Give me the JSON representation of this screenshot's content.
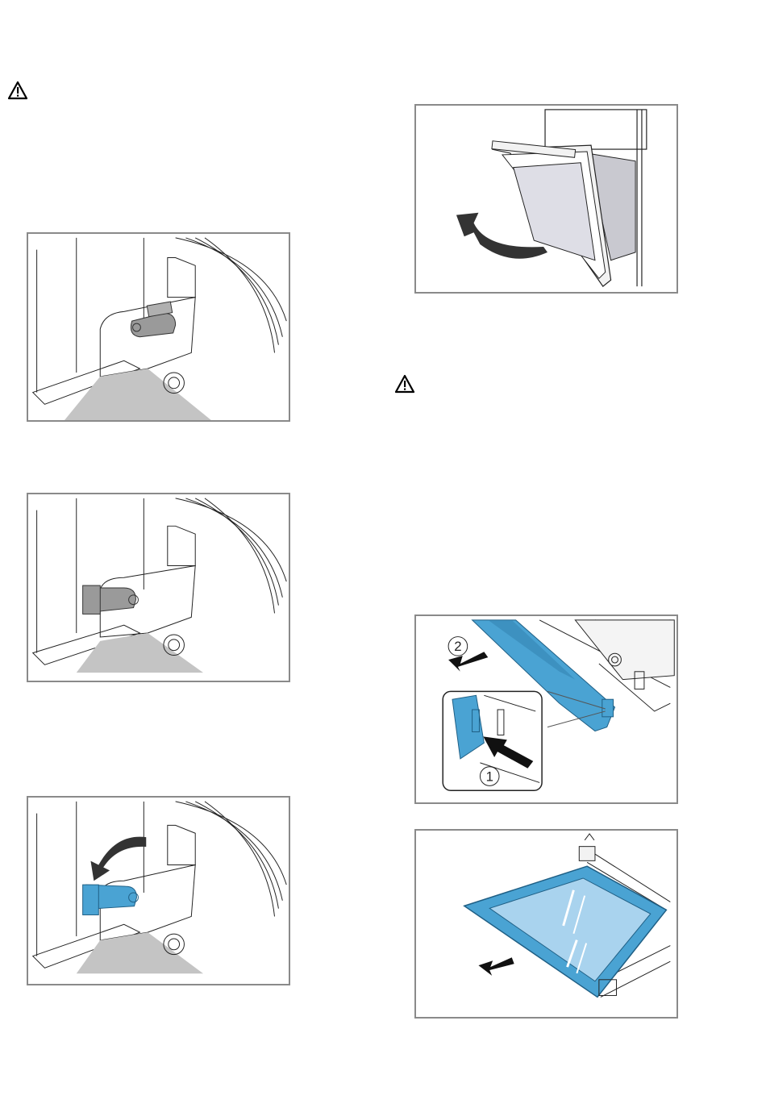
{
  "warnings": [
    {
      "icon": "warning-triangle-icon"
    },
    {
      "icon": "warning-triangle-icon"
    }
  ],
  "figures": {
    "door_hinge_closed": {
      "icon": "hinge-lever-closed"
    },
    "door_hinge_open": {
      "icon": "hinge-lever-open"
    },
    "door_hinge_fold": {
      "icon": "hinge-lever-fold-arrow"
    },
    "door_remove": {
      "icon": "door-lift-off-arrow"
    },
    "door_cover_remove": {
      "callouts": [
        "2",
        "1"
      ]
    },
    "glass_pane_remove": {
      "icon": "glass-pane-pull-arrow"
    }
  },
  "colors": {
    "accent_blue": "#4aa3d3",
    "lever_grey": "#9a9a9a",
    "frame_grey": "#8a8a8a",
    "floor_grey": "#c4c4c4"
  }
}
